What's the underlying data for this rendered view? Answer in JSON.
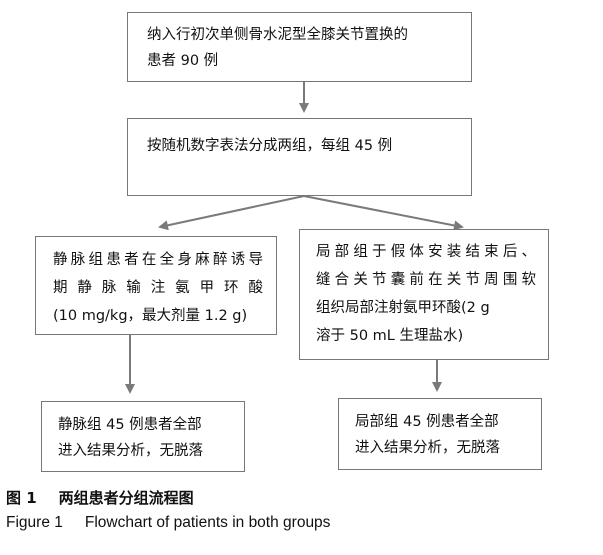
{
  "boxes": {
    "top": [
      "纳入行初次单侧骨水泥型全膝关节置换的",
      "患者 90 例"
    ],
    "random": "按随机数字表法分成两组，每组 45 例",
    "left": [
      "静脉组患者在全身麻醉诱导",
      "期静脉输注氨甲环酸",
      "(10 mg/kg，最大剂量 1.2 g)"
    ],
    "right": [
      "局部组于假体安装结束后、",
      "缝合关节囊前在关节周围软",
      "组织局部注射氨甲环酸(2 g",
      "溶于 50 mL 生理盐水)"
    ],
    "left_result": [
      "静脉组 45 例患者全部",
      "进入结果分析，无脱落"
    ],
    "right_result": [
      "局部组 45 例患者全部",
      "进入结果分析，无脱落"
    ]
  },
  "caption": {
    "cn_label": "图 1",
    "cn_title": "两组患者分组流程图",
    "en_label": "Figure 1",
    "en_title": "Flowchart of patients in both groups"
  },
  "colors": {
    "border": "#777777",
    "arrow": "#7a7a7a"
  }
}
